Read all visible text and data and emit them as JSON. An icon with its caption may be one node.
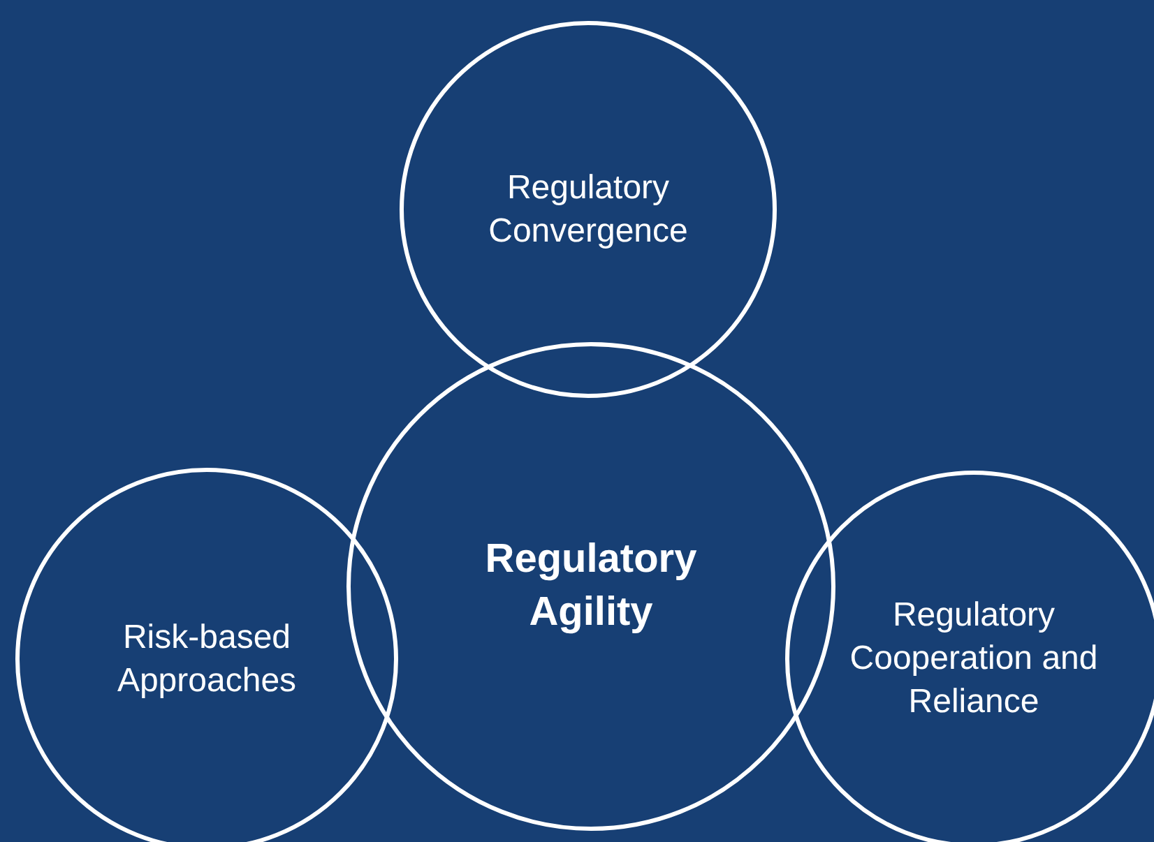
{
  "diagram": {
    "nodes": [
      {
        "text": [
          "Regulatory Convergence"
        ]
      },
      {
        "text": [
          "Regulatory Agility"
        ]
      },
      {
        "text": [
          "Risk-based Approaches"
        ]
      },
      {
        "text": [
          "Regulatory Cooperation and Reliance"
        ]
      }
    ]
  }
}
